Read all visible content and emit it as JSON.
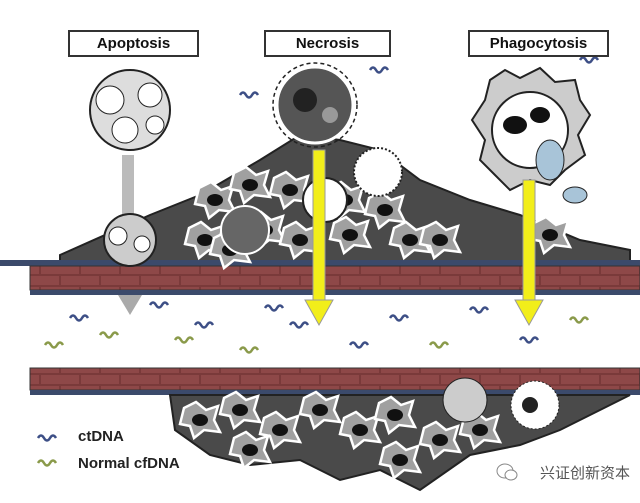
{
  "labels": {
    "apoptosis": "Apoptosis",
    "necrosis": "Necrosis",
    "phagocytosis": "Phagocytosis"
  },
  "legend": {
    "ctdna": "ctDNA",
    "normal_cfdna": "Normal cfDNA"
  },
  "watermark": "兴证创新资本",
  "colors": {
    "brick": "#7a3a3a",
    "vessel_line": "#3b4a6b",
    "tumor_dark": "#4a4a4a",
    "cell_gray": "#9a9a9a",
    "arrow_yellow": "#f2ee1a",
    "ctdna_blue": "#3d4f86",
    "cfdna_green": "#8a9a4a"
  }
}
